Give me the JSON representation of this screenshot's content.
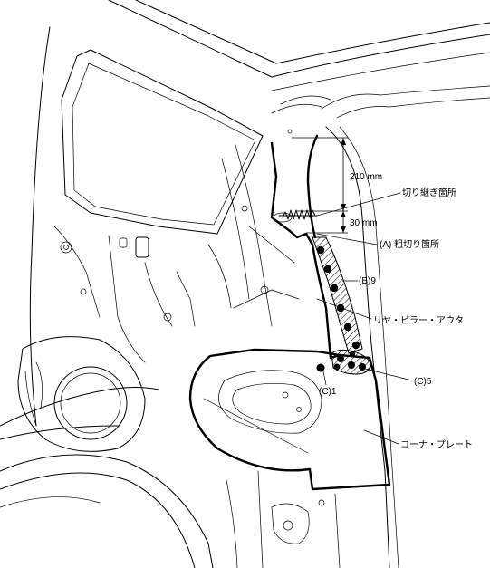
{
  "callouts": {
    "dim_210": "210 mm",
    "dim_30": "30 mm",
    "cut_joint": "切り継ぎ箇所",
    "rough_cut": "(A) 粗切り箇所",
    "b9": "(B)9",
    "rear_pillar_outer": "リヤ・ピラー・アウタ",
    "c1": "(C)1",
    "c5": "(C)5",
    "corner_plate": "コーナ・プレート"
  }
}
